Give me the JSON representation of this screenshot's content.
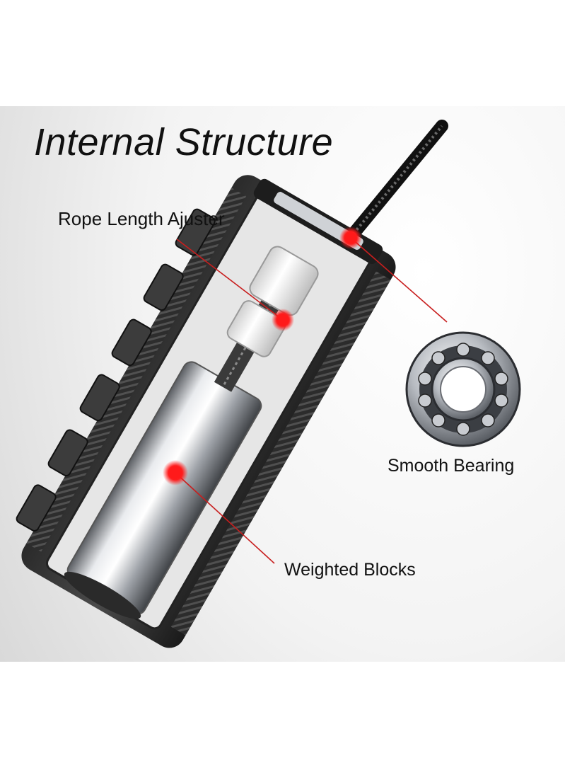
{
  "title": "Internal Structure",
  "callouts": {
    "rope_length_adjuster": "Rope Length Ajuster",
    "smooth_bearing": "Smooth Bearing",
    "weighted_blocks": "Weighted Blocks"
  },
  "colors": {
    "marker": "#ff1a1a",
    "leader_line": "#c81e1e",
    "background": "#ffffff",
    "handle_dark": "#1c1c1c",
    "metal": "#b9bcc0"
  }
}
